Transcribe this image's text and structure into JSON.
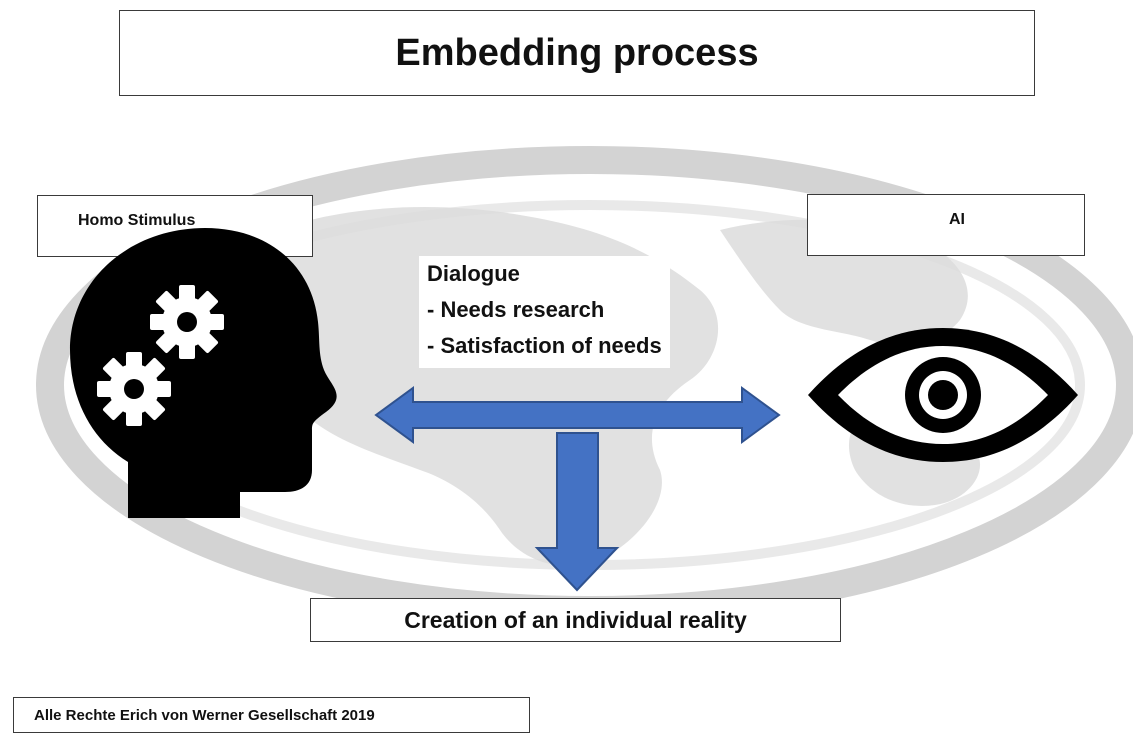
{
  "title": "Embedding process",
  "nodes": {
    "left": {
      "label": "Homo Stimulus",
      "icon": "head-gears-icon"
    },
    "right": {
      "label": "AI",
      "icon": "eye-icon"
    }
  },
  "dialogue": {
    "heading": "Dialogue",
    "items": [
      "- Needs research",
      "- Satisfaction of needs"
    ]
  },
  "result": "Creation of an individual reality",
  "copyright": "Alle Rechte Erich von Werner Gesellschaft 2019",
  "colors": {
    "arrow": "#4472c4",
    "arrow_outline": "#2f528f",
    "globe": "#d3d3d3",
    "icon": "#000000"
  }
}
